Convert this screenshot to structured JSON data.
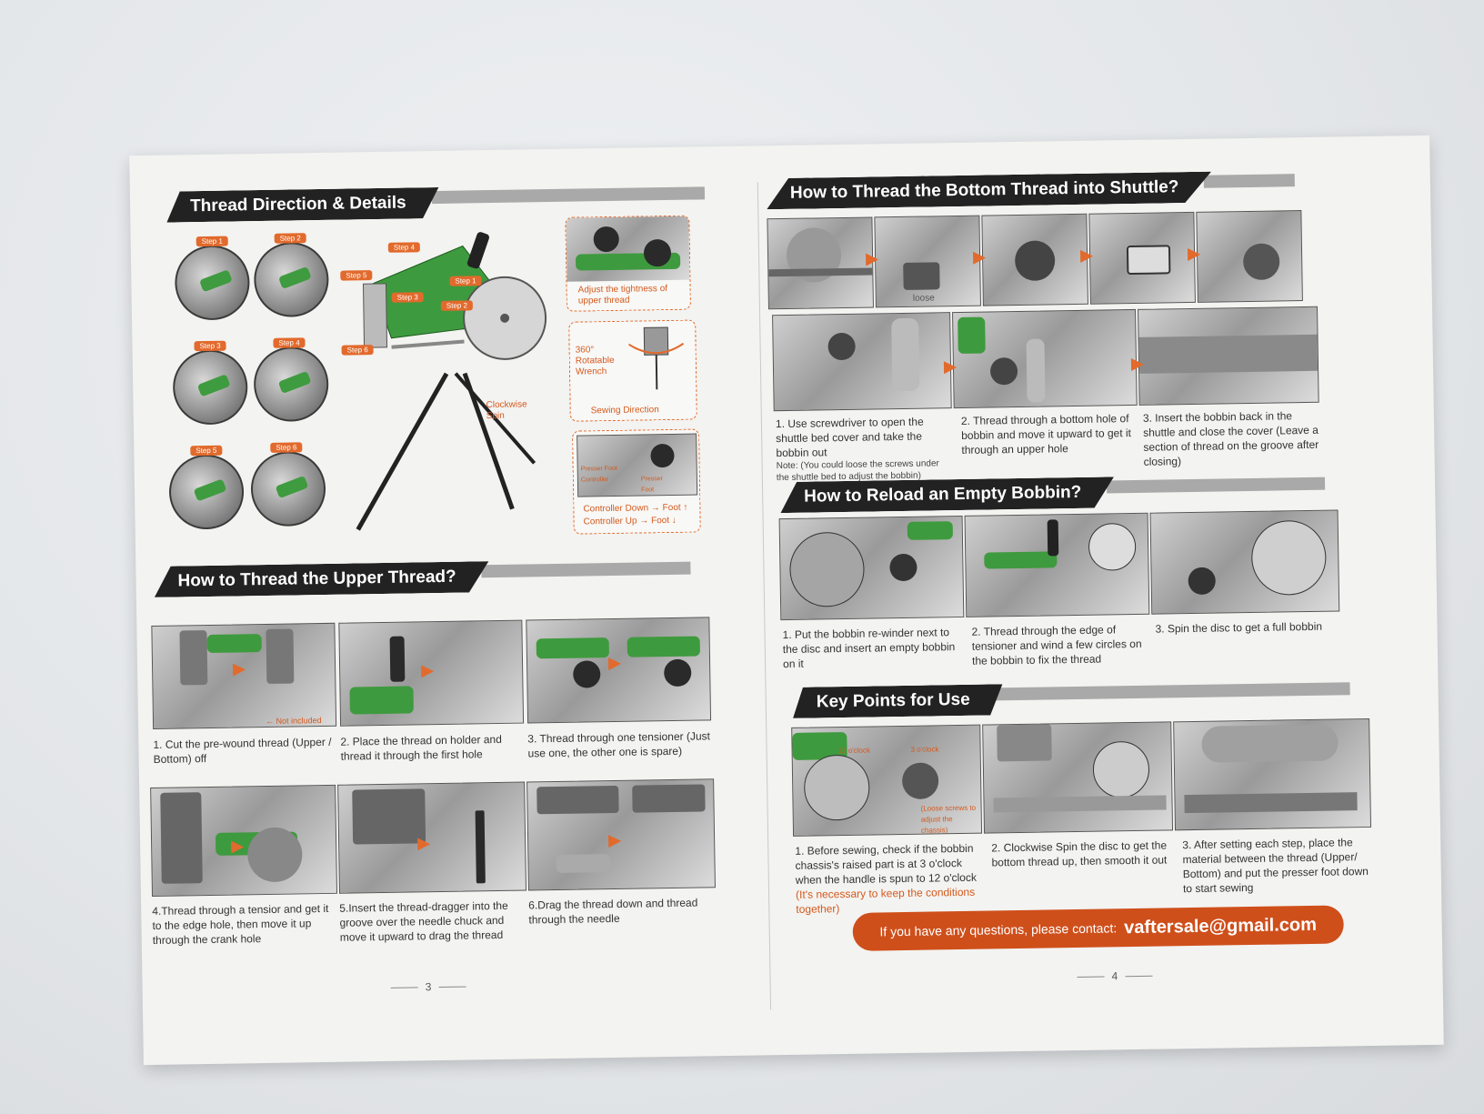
{
  "left_page": {
    "section1": {
      "title": "Thread Direction & Details",
      "steps": [
        "Step 1",
        "Step 2",
        "Step 3",
        "Step 4",
        "Step 5",
        "Step 6"
      ],
      "callouts": {
        "tightness": "Adjust the tightness of upper thread",
        "wrench": "360° Rotatable Wrench",
        "sewing_direction": "Sewing Direction",
        "spin": "Clockwise Spin",
        "presser_controller": "Presser Foot Controller",
        "presser_foot": "Presser Foot",
        "controller_down": "Controller Down → Foot ↑",
        "controller_up": "Controller Up → Foot ↓"
      }
    },
    "section2": {
      "title": "How to Thread the Upper Thread?",
      "not_included": "← Not included",
      "captions": [
        "1. Cut the pre-wound thread (Upper / Bottom) off",
        "2. Place the thread on holder and thread it through the first hole",
        "3. Thread through one tensioner (Just use one, the other one is spare)",
        "4.Thread through a tensior and get it to the edge hole, then move it up through the crank hole",
        "5.Insert the thread-dragger into the groove over the needle chuck and move it upward to drag the thread",
        "6.Drag the thread down and thread through the needle"
      ]
    },
    "page_number": "3"
  },
  "right_page": {
    "section1": {
      "title": "How to Thread the Bottom Thread into Shuttle?",
      "loose_label": "loose",
      "captions": [
        "1. Use screwdriver to open the shuttle bed cover and take the bobbin out",
        "2. Thread through a bottom hole of bobbin and move it upward to get it through an upper hole",
        "3. Insert the bobbin back in the shuttle and close the cover (Leave a section of thread on the groove after closing)"
      ],
      "note": "Note: (You could loose the screws under the shuttle bed to adjust the bobbin)"
    },
    "section2": {
      "title": "How to Reload an Empty Bobbin?",
      "captions": [
        "1. Put the bobbin re-winder next to the disc and insert an empty bobbin on it",
        "2. Thread through the edge of tensioner and wind a few circles on the bobbin to fix the thread",
        "3. Spin the disc to get a full bobbin"
      ]
    },
    "section3": {
      "title": "Key Points for Use",
      "labels": {
        "twelve": "12 o'clock",
        "three": "3 o'clock",
        "loose_screws": "(Loose screws to adjust the chassis)"
      },
      "captions": [
        "1. Before sewing, check if the bobbin chassis's raised part is at 3 o'clock when the handle is spun to 12 o'clock",
        "2. Clockwise Spin the disc to get the bottom thread up, then smooth it out",
        "3. After setting each step, place the material between the thread (Upper/ Bottom) and put the presser foot down to start sewing"
      ],
      "caption1_note": "(It's necessary to keep the conditions together)"
    },
    "contact": {
      "text": "If you have any questions, please contact:",
      "email": "vaftersale@gmail.com"
    },
    "page_number": "4"
  }
}
